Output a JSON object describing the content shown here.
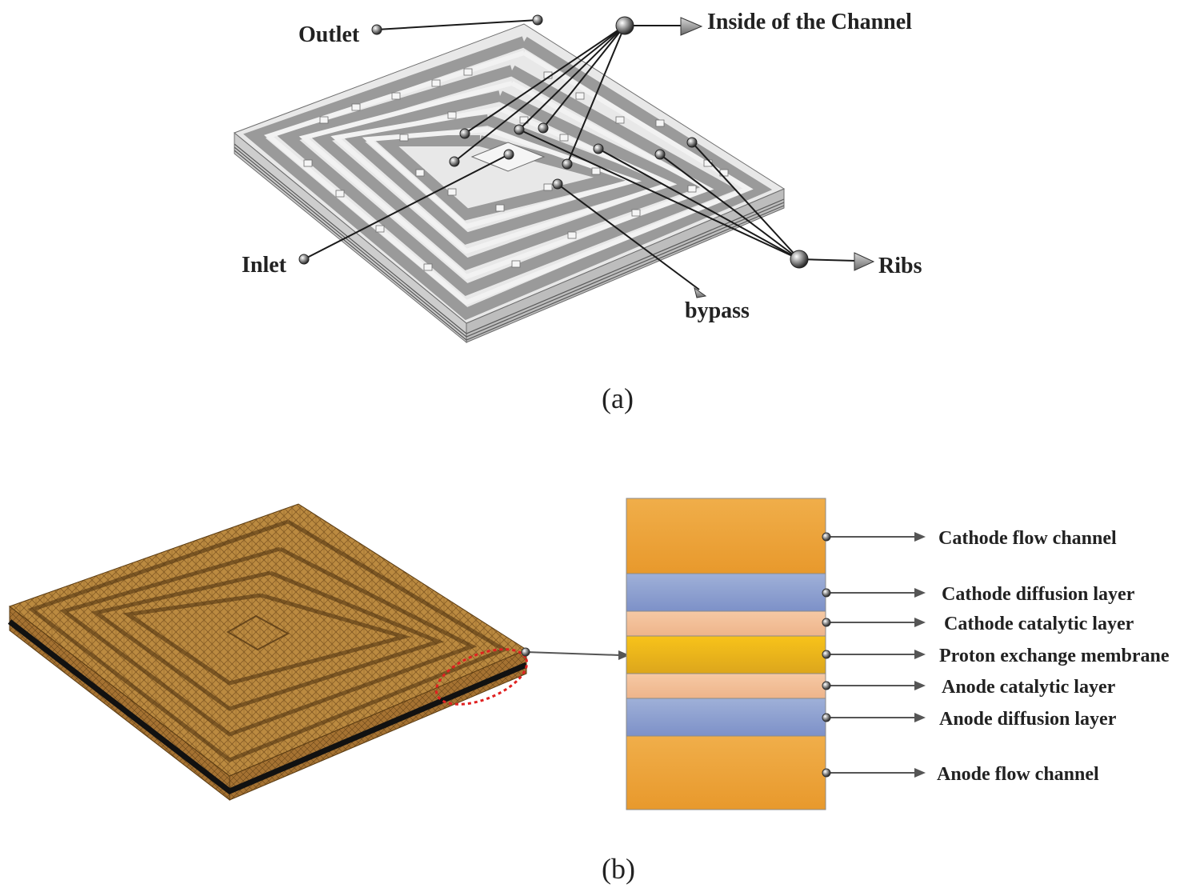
{
  "panel_a": {
    "caption": "(a)",
    "labels": {
      "outlet": "Outlet",
      "inlet": "Inlet",
      "inside_channel": "Inside of the Channel",
      "ribs": "Ribs",
      "bypass": "bypass"
    }
  },
  "panel_b": {
    "caption": "(b)",
    "layers": [
      {
        "name": "Cathode flow channel",
        "color_top": "#f0ae4a",
        "color_bottom": "#e8992c"
      },
      {
        "name": "Cathode diffusion layer",
        "color_top": "#9fb0d8",
        "color_bottom": "#7d91c8"
      },
      {
        "name": "Cathode catalytic layer",
        "color_top": "#f6c9a4",
        "color_bottom": "#eeb48a"
      },
      {
        "name": "Proton exchange membrane",
        "color_top": "#f8c31a",
        "color_bottom": "#dca61c"
      },
      {
        "name": "Anode catalytic layer",
        "color_top": "#f6c9a4",
        "color_bottom": "#eeb48a"
      },
      {
        "name": "Anode diffusion layer",
        "color_top": "#9fb0d8",
        "color_bottom": "#7d91c8"
      },
      {
        "name": "Anode flow channel",
        "color_top": "#f0ae4a",
        "color_bottom": "#e8992c"
      }
    ]
  },
  "colors": {
    "plate_top": "#e6e6e6",
    "plate_side": "#c9c9c9",
    "mesh_top": "#b8843c",
    "mesh_side": "#9b6a2b",
    "highlight_ellipse": "#e02020"
  }
}
